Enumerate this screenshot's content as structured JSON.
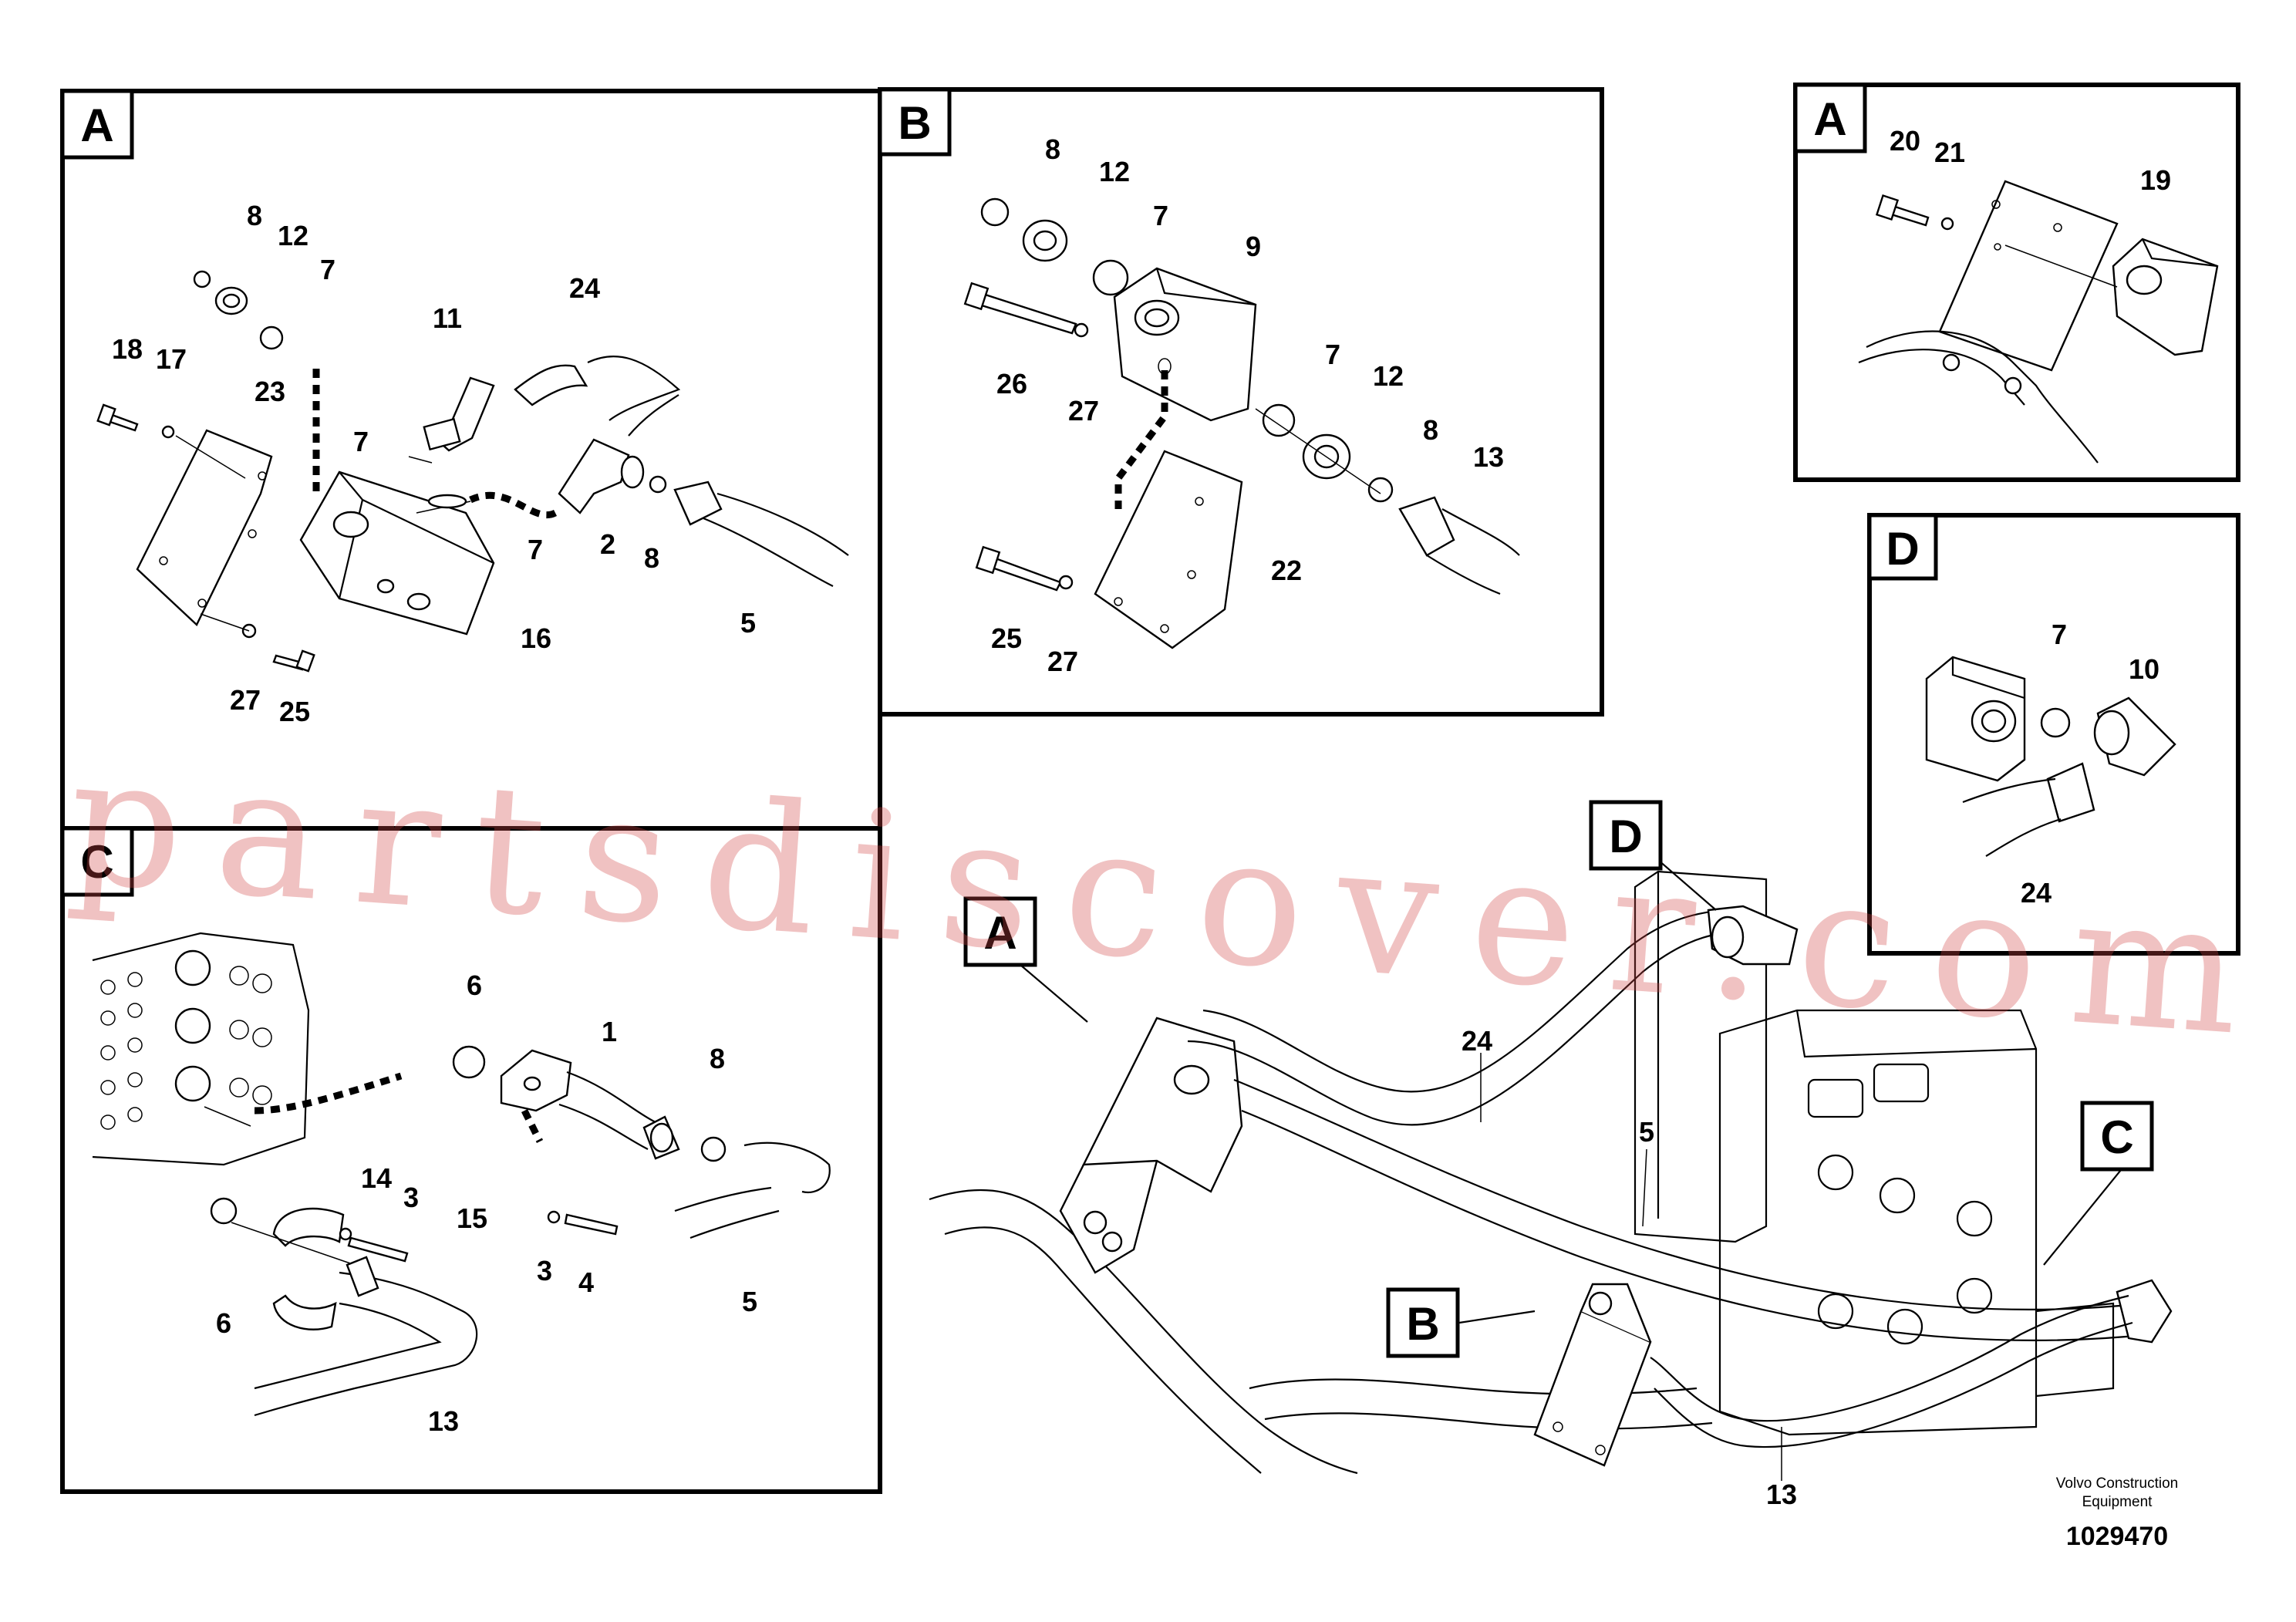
{
  "panels": {
    "a_main": {
      "tag": "A",
      "labels": [
        "8",
        "12",
        "7",
        "18",
        "17",
        "23",
        "11",
        "24",
        "7",
        "7",
        "2",
        "8",
        "5",
        "16",
        "27",
        "25"
      ]
    },
    "b": {
      "tag": "B",
      "labels": [
        "8",
        "12",
        "7",
        "9",
        "26",
        "27",
        "7",
        "12",
        "8",
        "13",
        "22",
        "25",
        "27"
      ]
    },
    "a_small": {
      "tag": "A",
      "labels": [
        "20",
        "21",
        "19"
      ]
    },
    "d": {
      "tag": "D",
      "labels": [
        "7",
        "10",
        "24"
      ]
    },
    "c": {
      "tag": "C",
      "labels": [
        "6",
        "1",
        "8",
        "14",
        "3",
        "15",
        "3",
        "4",
        "5",
        "6",
        "13"
      ]
    },
    "overview": {
      "tags": [
        "D",
        "A",
        "C",
        "B"
      ],
      "labels": [
        "24",
        "5",
        "13"
      ]
    }
  },
  "footer": {
    "company_line1": "Volvo Construction",
    "company_line2": "Equipment",
    "drawing_number": "1029470"
  },
  "watermark": "partsdiscover.com"
}
